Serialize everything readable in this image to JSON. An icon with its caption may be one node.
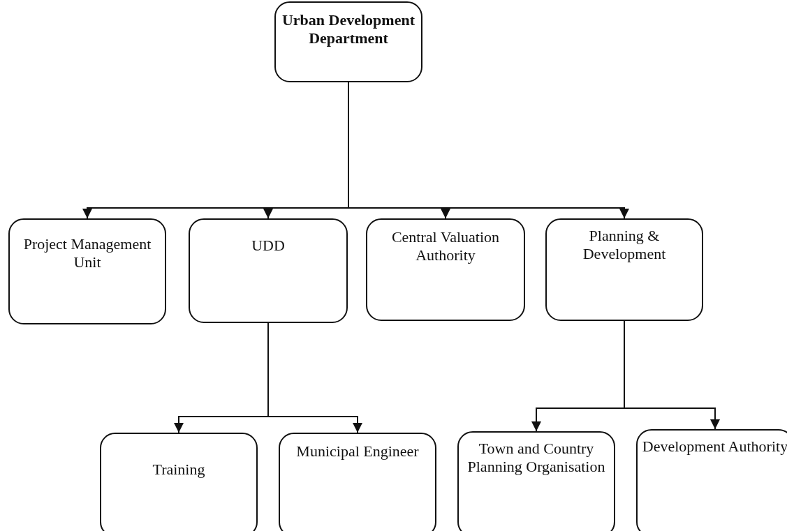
{
  "diagram": {
    "nodes": [
      {
        "text": [
          "Urban Development Department"
        ]
      },
      {
        "text": [
          "Project Management Unit"
        ]
      },
      {
        "text": [
          "UDD"
        ]
      },
      {
        "text": [
          "Central Valuation Authority"
        ]
      },
      {
        "text": [
          "Planning & Development"
        ]
      },
      {
        "text": [
          "Training"
        ]
      },
      {
        "text": [
          "Municipal Engineer"
        ]
      },
      {
        "text": [
          "Town and Country Planning Organisation"
        ]
      },
      {
        "text": [
          "Development Authority"
        ]
      }
    ],
    "edges": [
      {
        "from": 0,
        "to": 1,
        "arrow": "to"
      },
      {
        "from": 0,
        "to": 2,
        "arrow": "to"
      },
      {
        "from": 0,
        "to": 3,
        "arrow": "to"
      },
      {
        "from": 0,
        "to": 4,
        "arrow": "to"
      },
      {
        "from": 2,
        "to": 5,
        "arrow": "to"
      },
      {
        "from": 2,
        "to": 6,
        "arrow": "to"
      },
      {
        "from": 4,
        "to": 7,
        "arrow": "to"
      },
      {
        "from": 4,
        "to": 8,
        "arrow": "to"
      }
    ]
  }
}
